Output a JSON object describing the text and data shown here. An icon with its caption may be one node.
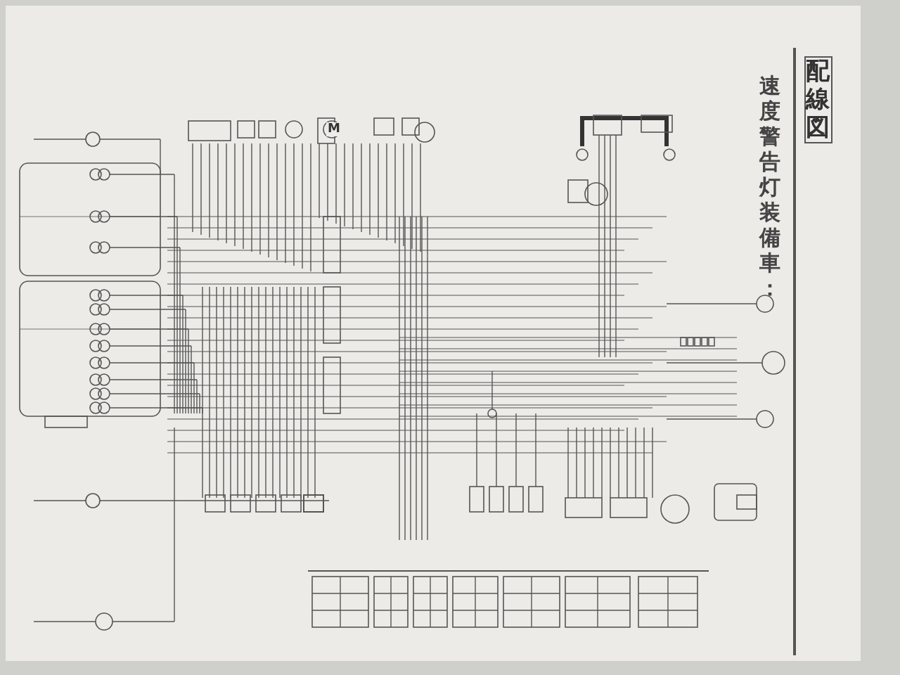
{
  "diagram": {
    "title": "配線図",
    "labels": [
      "速度警告灯装備車：",
      "M"
    ]
  }
}
